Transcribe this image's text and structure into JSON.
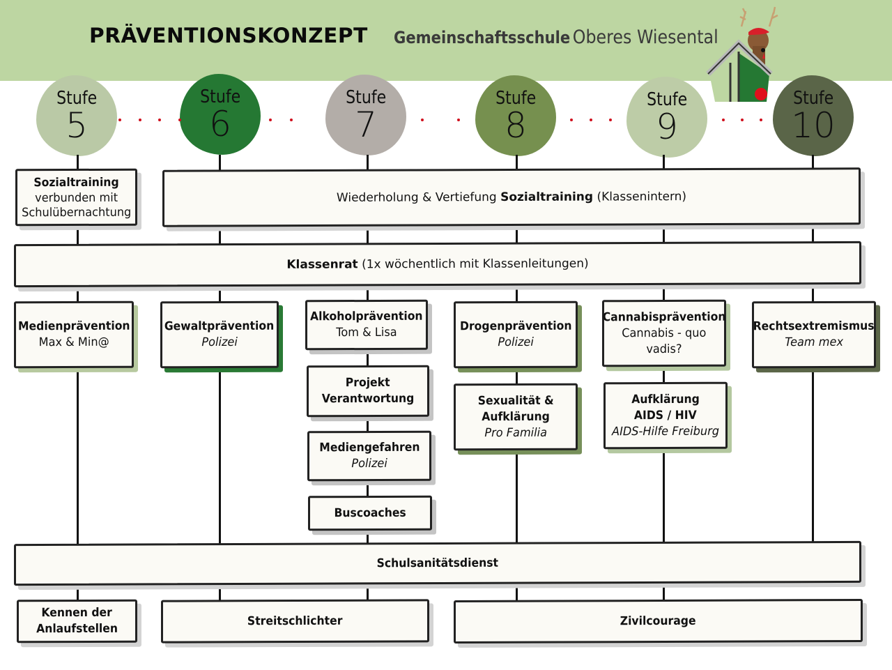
{
  "header": {
    "title": "PRÄVENTIONSKONZEPT",
    "school_bold": "Gemeinschaftsschule",
    "school_regular": "Oberes Wiesental",
    "logo_icon": "deer-house-logo"
  },
  "colors": {
    "header_bg": "#bdd6a2",
    "stufe5": "#bac9a6",
    "stufe6": "#257833",
    "stufe7": "#b3ada8",
    "stufe8": "#76904f",
    "stufe9": "#bdcca7",
    "stufe10": "#5a6548",
    "dots": "#d0101d"
  },
  "stufen": [
    {
      "label": "Stufe",
      "number": "5"
    },
    {
      "label": "Stufe",
      "number": "6"
    },
    {
      "label": "Stufe",
      "number": "7"
    },
    {
      "label": "Stufe",
      "number": "8"
    },
    {
      "label": "Stufe",
      "number": "9"
    },
    {
      "label": "Stufe",
      "number": "10"
    }
  ],
  "row1": {
    "sozialtraining": {
      "title": "Sozialtraining",
      "line1": "verbunden mit",
      "line2": "Schulübernachtung"
    },
    "wiederholung": {
      "prefix": "Wiederholung & Vertiefung ",
      "bold": "Sozialtraining",
      "suffix": " (Klassenintern)"
    }
  },
  "klassenrat": {
    "bold": "Klassenrat",
    "suffix": " (1x wöchentlich mit Klassenleitungen)"
  },
  "programs": {
    "s5": [
      {
        "title": "Medienprävention",
        "sub": "Max & Min@"
      }
    ],
    "s6": [
      {
        "title": "Gewaltprävention",
        "sub": "Polizei"
      }
    ],
    "s7": [
      {
        "title": "Alkoholprävention",
        "sub": "Tom & Lisa"
      },
      {
        "title": "Projekt",
        "title2": "Verantwortung"
      },
      {
        "title": "Mediengefahren",
        "sub": "Polizei"
      },
      {
        "title": "Buscoaches"
      }
    ],
    "s8": [
      {
        "title": "Drogenprävention",
        "sub": "Polizei"
      },
      {
        "title": "Sexualität &",
        "title2": "Aufklärung",
        "sub": "Pro Familia"
      }
    ],
    "s9": [
      {
        "title": "Cannabisprävention",
        "sub": "Cannabis - quo",
        "sub2": "vadis?"
      },
      {
        "title": "Aufklärung",
        "title2": "AIDS / HIV",
        "sub": "AIDS-Hilfe Freiburg"
      }
    ],
    "s10": [
      {
        "title": "Rechtsextremismus",
        "sub": "Team mex"
      }
    ]
  },
  "schulsanitaetsdienst": "Schulsanitätsdienst",
  "bottom": {
    "anlauf": {
      "line1": "Kennen der",
      "line2": "Anlaufstellen"
    },
    "streit": "Streitschlichter",
    "zivil": "Zivilcourage"
  }
}
